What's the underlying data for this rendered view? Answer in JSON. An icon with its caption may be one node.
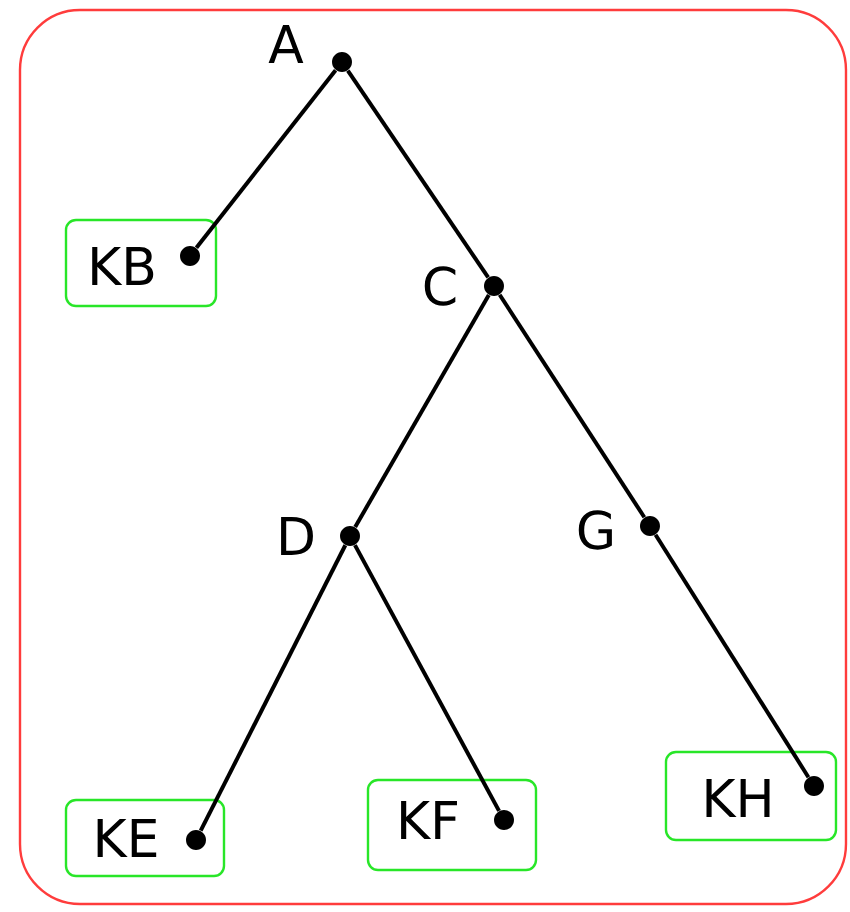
{
  "diagram": {
    "nodes": [
      {
        "text": [],
        "shape": "box"
      },
      {
        "text": [
          "A"
        ],
        "in": 0
      },
      {
        "text": [
          "KB"
        ],
        "in": 0
      },
      {
        "text": [
          "C"
        ],
        "in": 0
      },
      {
        "text": [
          "D"
        ],
        "in": 0
      },
      {
        "text": [
          "G"
        ],
        "in": 0
      },
      {
        "text": [
          "KE"
        ],
        "in": 0
      },
      {
        "text": [
          "KF"
        ],
        "in": 0
      },
      {
        "text": [
          "KH"
        ],
        "in": 0
      }
    ],
    "edges": [
      {
        "from": 1,
        "to": 2,
        "arrow": "none"
      },
      {
        "from": 1,
        "to": 3,
        "arrow": "none"
      },
      {
        "from": 3,
        "to": 4,
        "arrow": "none"
      },
      {
        "from": 3,
        "to": 5,
        "arrow": "none"
      },
      {
        "from": 4,
        "to": 6,
        "arrow": "none"
      },
      {
        "from": 4,
        "to": 7,
        "arrow": "none"
      },
      {
        "from": 5,
        "to": 8,
        "arrow": "none"
      }
    ]
  }
}
